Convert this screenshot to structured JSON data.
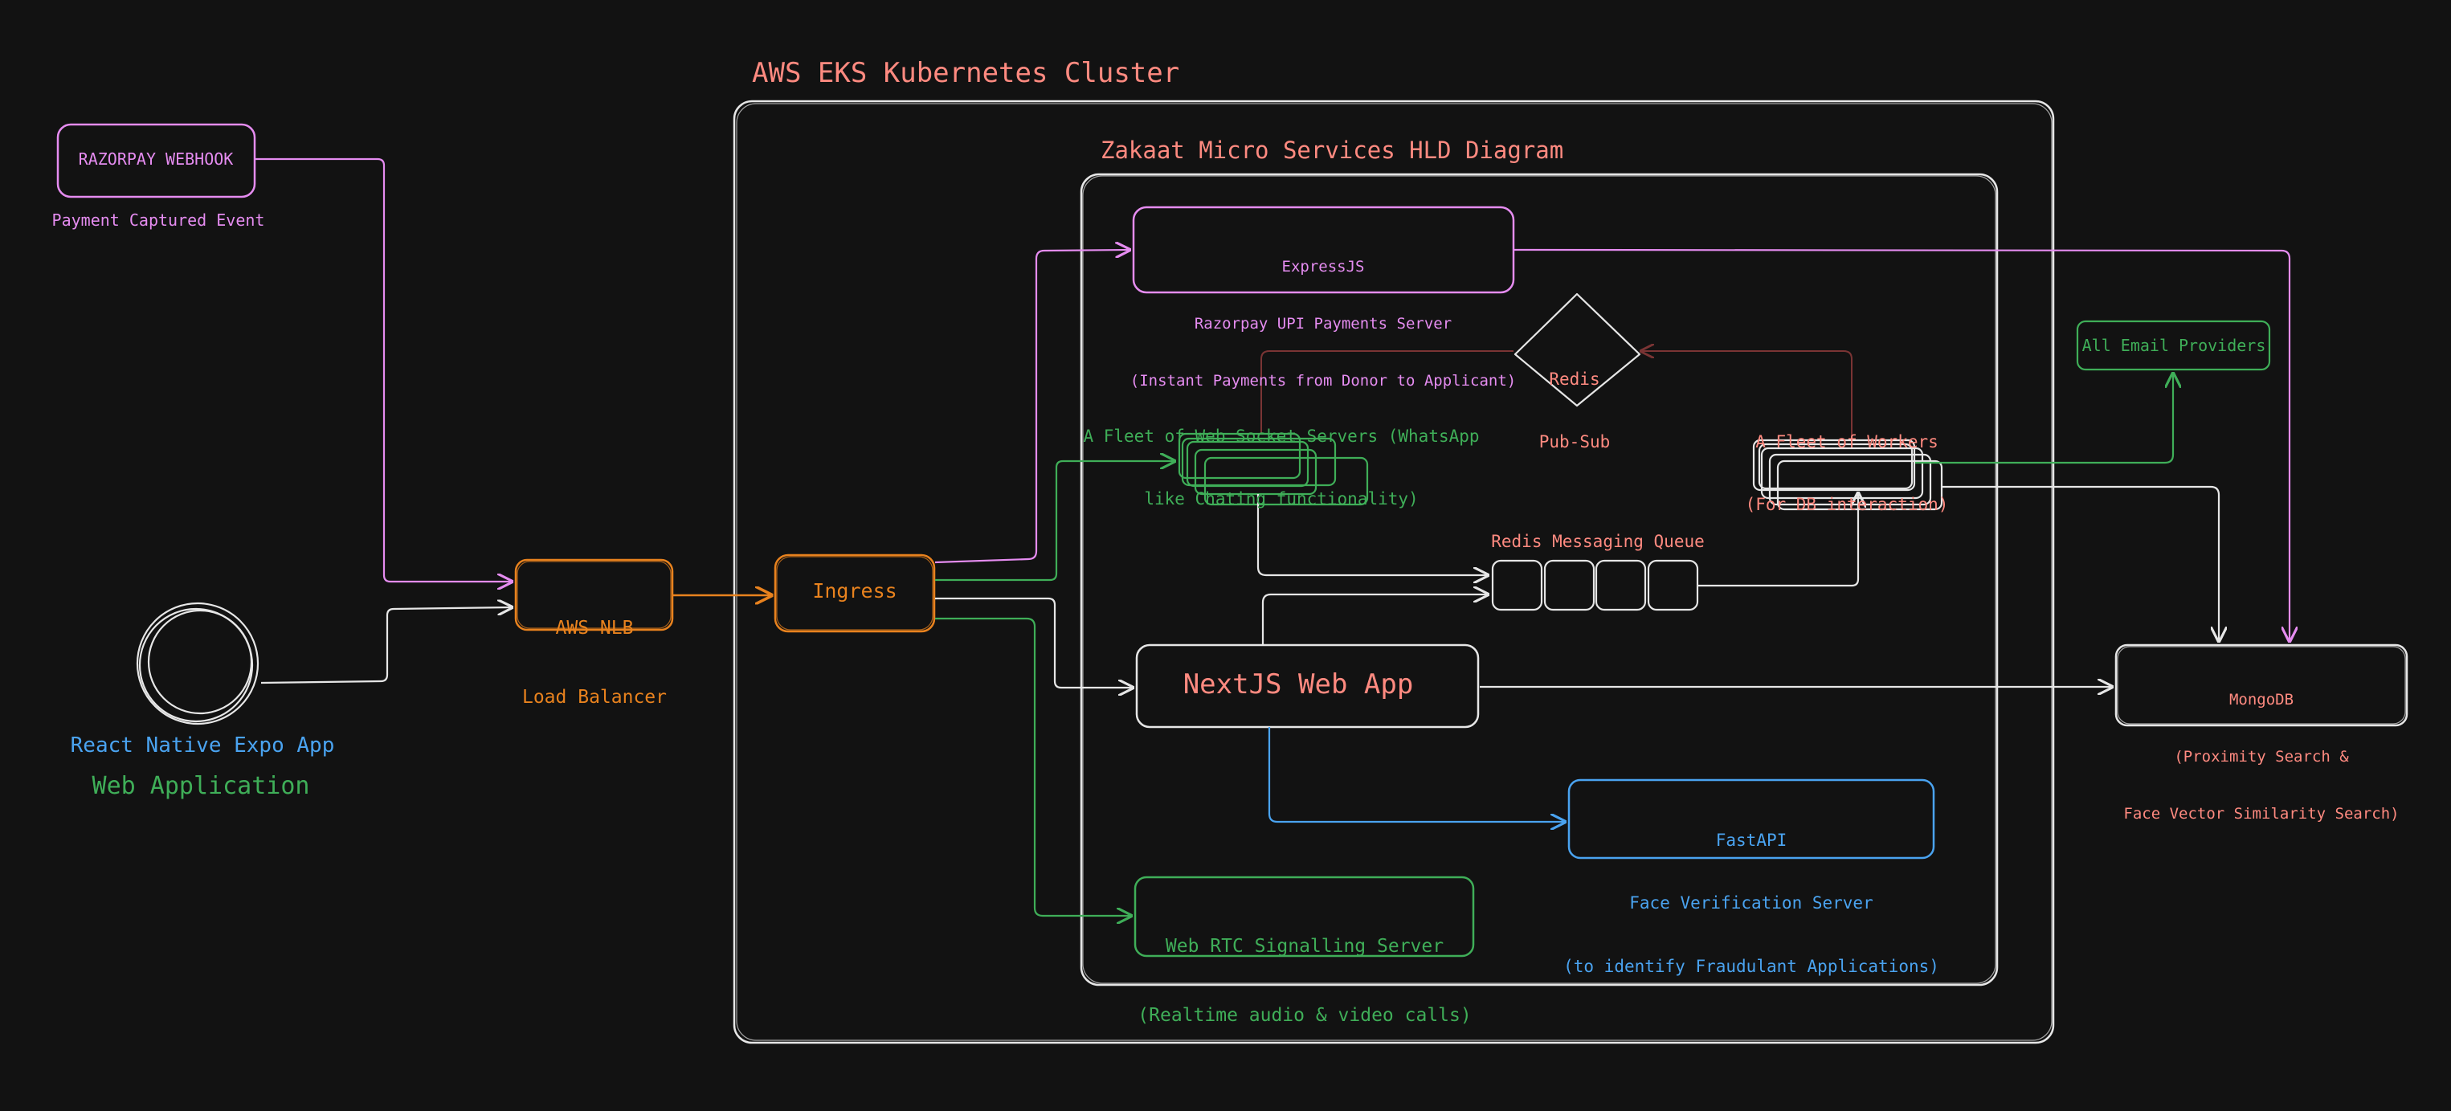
{
  "colors": {
    "background": "#121212",
    "salmon": "#ff8a80",
    "pink": "#e58cf0",
    "orange": "#e8821e",
    "green": "#3fae58",
    "blue": "#4aa3f0",
    "white": "#e6e6e6",
    "darkred": "#7a3434"
  },
  "cluster": {
    "title": "AWS EKS Kubernetes Cluster"
  },
  "hld": {
    "title": "Zakaat Micro Services HLD Diagram"
  },
  "razorpay": {
    "webhook": "RAZORPAY WEBHOOK",
    "event": "Payment Captured Event"
  },
  "client": {
    "react_native": "React Native Expo App",
    "web_app": "Web Application",
    "icon": "circle-icon"
  },
  "nlb": {
    "line1": "AWS NLB",
    "line2": "Load Balancer"
  },
  "ingress": {
    "label": "Ingress"
  },
  "express": {
    "line1": "ExpressJS",
    "line2": "Razorpay UPI Payments Server",
    "line3": "(Instant Payments from Donor to Applicant)"
  },
  "redis_pubsub": {
    "line1": "Redis",
    "line2": "Pub-Sub"
  },
  "websocket": {
    "line1": "A Fleet of Web Socket Servers (WhatsApp",
    "line2": "like Chating functionality)"
  },
  "workers": {
    "line1": "A Fleet of Workers",
    "line2": "(For DB interaction)"
  },
  "email": {
    "label": "All Email Providers"
  },
  "queue": {
    "label": "Redis Messaging Queue"
  },
  "nextjs": {
    "label": "NextJS Web App"
  },
  "mongodb": {
    "line1": "MongoDB",
    "line2": "(Proximity Search &",
    "line3": "Face Vector Similarity Search)"
  },
  "fastapi": {
    "line1": "FastAPI",
    "line2": "Face Verification Server",
    "line3": "(to identify Fraudulant Applications)"
  },
  "webrtc": {
    "line1": "Web RTC Signalling Server",
    "line2": "(Realtime audio & video calls)"
  }
}
